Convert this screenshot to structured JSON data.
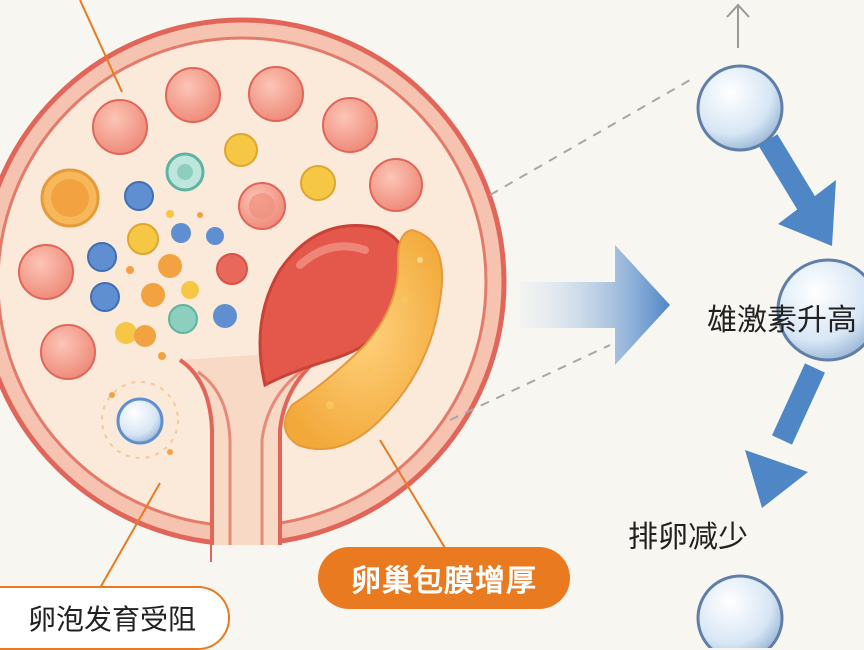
{
  "labels": {
    "androgen_rise": "雄激素升高",
    "ovulation_decrease": "排卵减少",
    "capsule_thickening": "卵巢包膜增厚",
    "follicle_blocked": "卵泡发育受阻"
  },
  "colors": {
    "background": "#f8f6f1",
    "capsule_outer": "#e2655a",
    "ovary_fill": "#fbe7d7",
    "follicle": "#f3a08f",
    "orange_accent": "#ea7a1f",
    "blue_arrow": "#4f86c6",
    "bubble": "#dbe8f5"
  },
  "icons": {
    "up_arrow": "arrow-up-icon",
    "flow_arrow": "big-right-arrow-icon"
  }
}
